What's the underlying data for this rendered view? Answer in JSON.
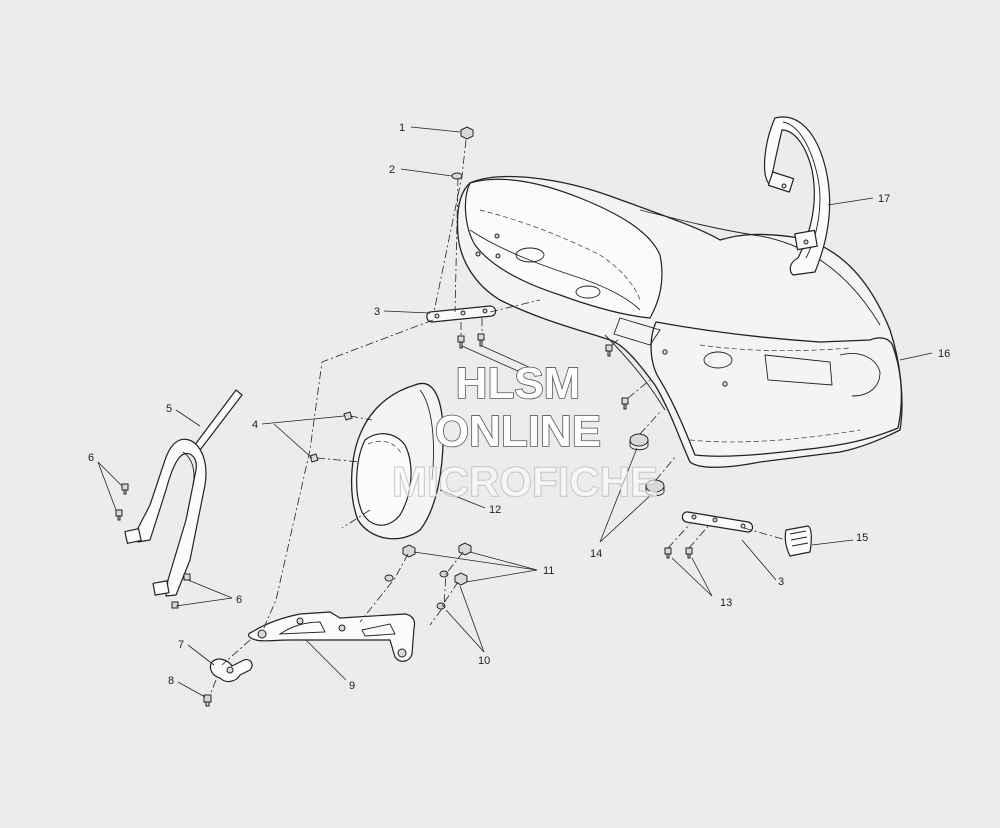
{
  "watermark": {
    "line1": "HLSM",
    "line2": "ONLINE",
    "line3": "MICROFICHE"
  },
  "callouts": {
    "c1": "1",
    "c2": "2",
    "c3a": "3",
    "c3b": "3",
    "c4": "4",
    "c5": "5",
    "c6a": "6",
    "c6b": "6",
    "c7": "7",
    "c8": "8",
    "c9": "9",
    "c10": "10",
    "c11": "11",
    "c12": "12",
    "c13": "13",
    "c14": "14",
    "c15": "15",
    "c16": "16",
    "c17": "17"
  }
}
